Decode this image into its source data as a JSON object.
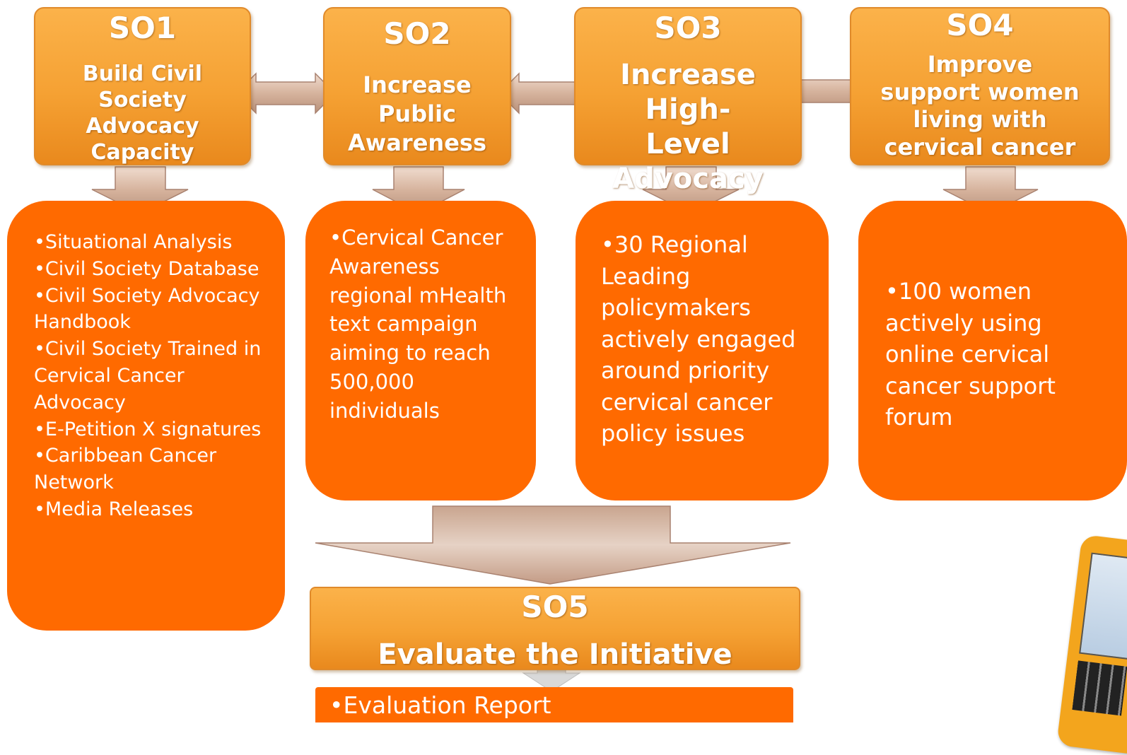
{
  "objectives": [
    {
      "id": "so1",
      "title": "SO1",
      "subtitle": "Build Civil Society Advocacy Capacity",
      "items": [
        "•Situational Analysis",
        "•Civil Society Database",
        "•Civil Society Advocacy Handbook",
        "•Civil Society Trained in Cervical Cancer Advocacy",
        "•E-Petition X signatures",
        "•Caribbean Cancer Network",
        "•Media Releases"
      ]
    },
    {
      "id": "so2",
      "title": "SO2",
      "subtitle": "Increase Public Awareness",
      "items": [
        "•Cervical Cancer Awareness regional mHealth text campaign aiming to reach 500,000 individuals"
      ]
    },
    {
      "id": "so3",
      "title": "SO3",
      "subtitle": "Increase High-Level Advocacy",
      "items": [
        "•30 Regional Leading policymakers actively engaged around priority cervical cancer policy issues"
      ]
    },
    {
      "id": "so4",
      "title": "SO4",
      "subtitle": "Improve support women living with cervical cancer",
      "items": [
        "•100 women actively using online cervical cancer support forum"
      ]
    }
  ],
  "so5": {
    "title": "SO5",
    "subtitle": "Evaluate the Initiative",
    "items": [
      "•Evaluation Report"
    ]
  },
  "colors": {
    "box_top": "#fbb24a",
    "box_bottom": "#e9891d",
    "content": "#ff6a00",
    "arrow": "#c8a085"
  }
}
